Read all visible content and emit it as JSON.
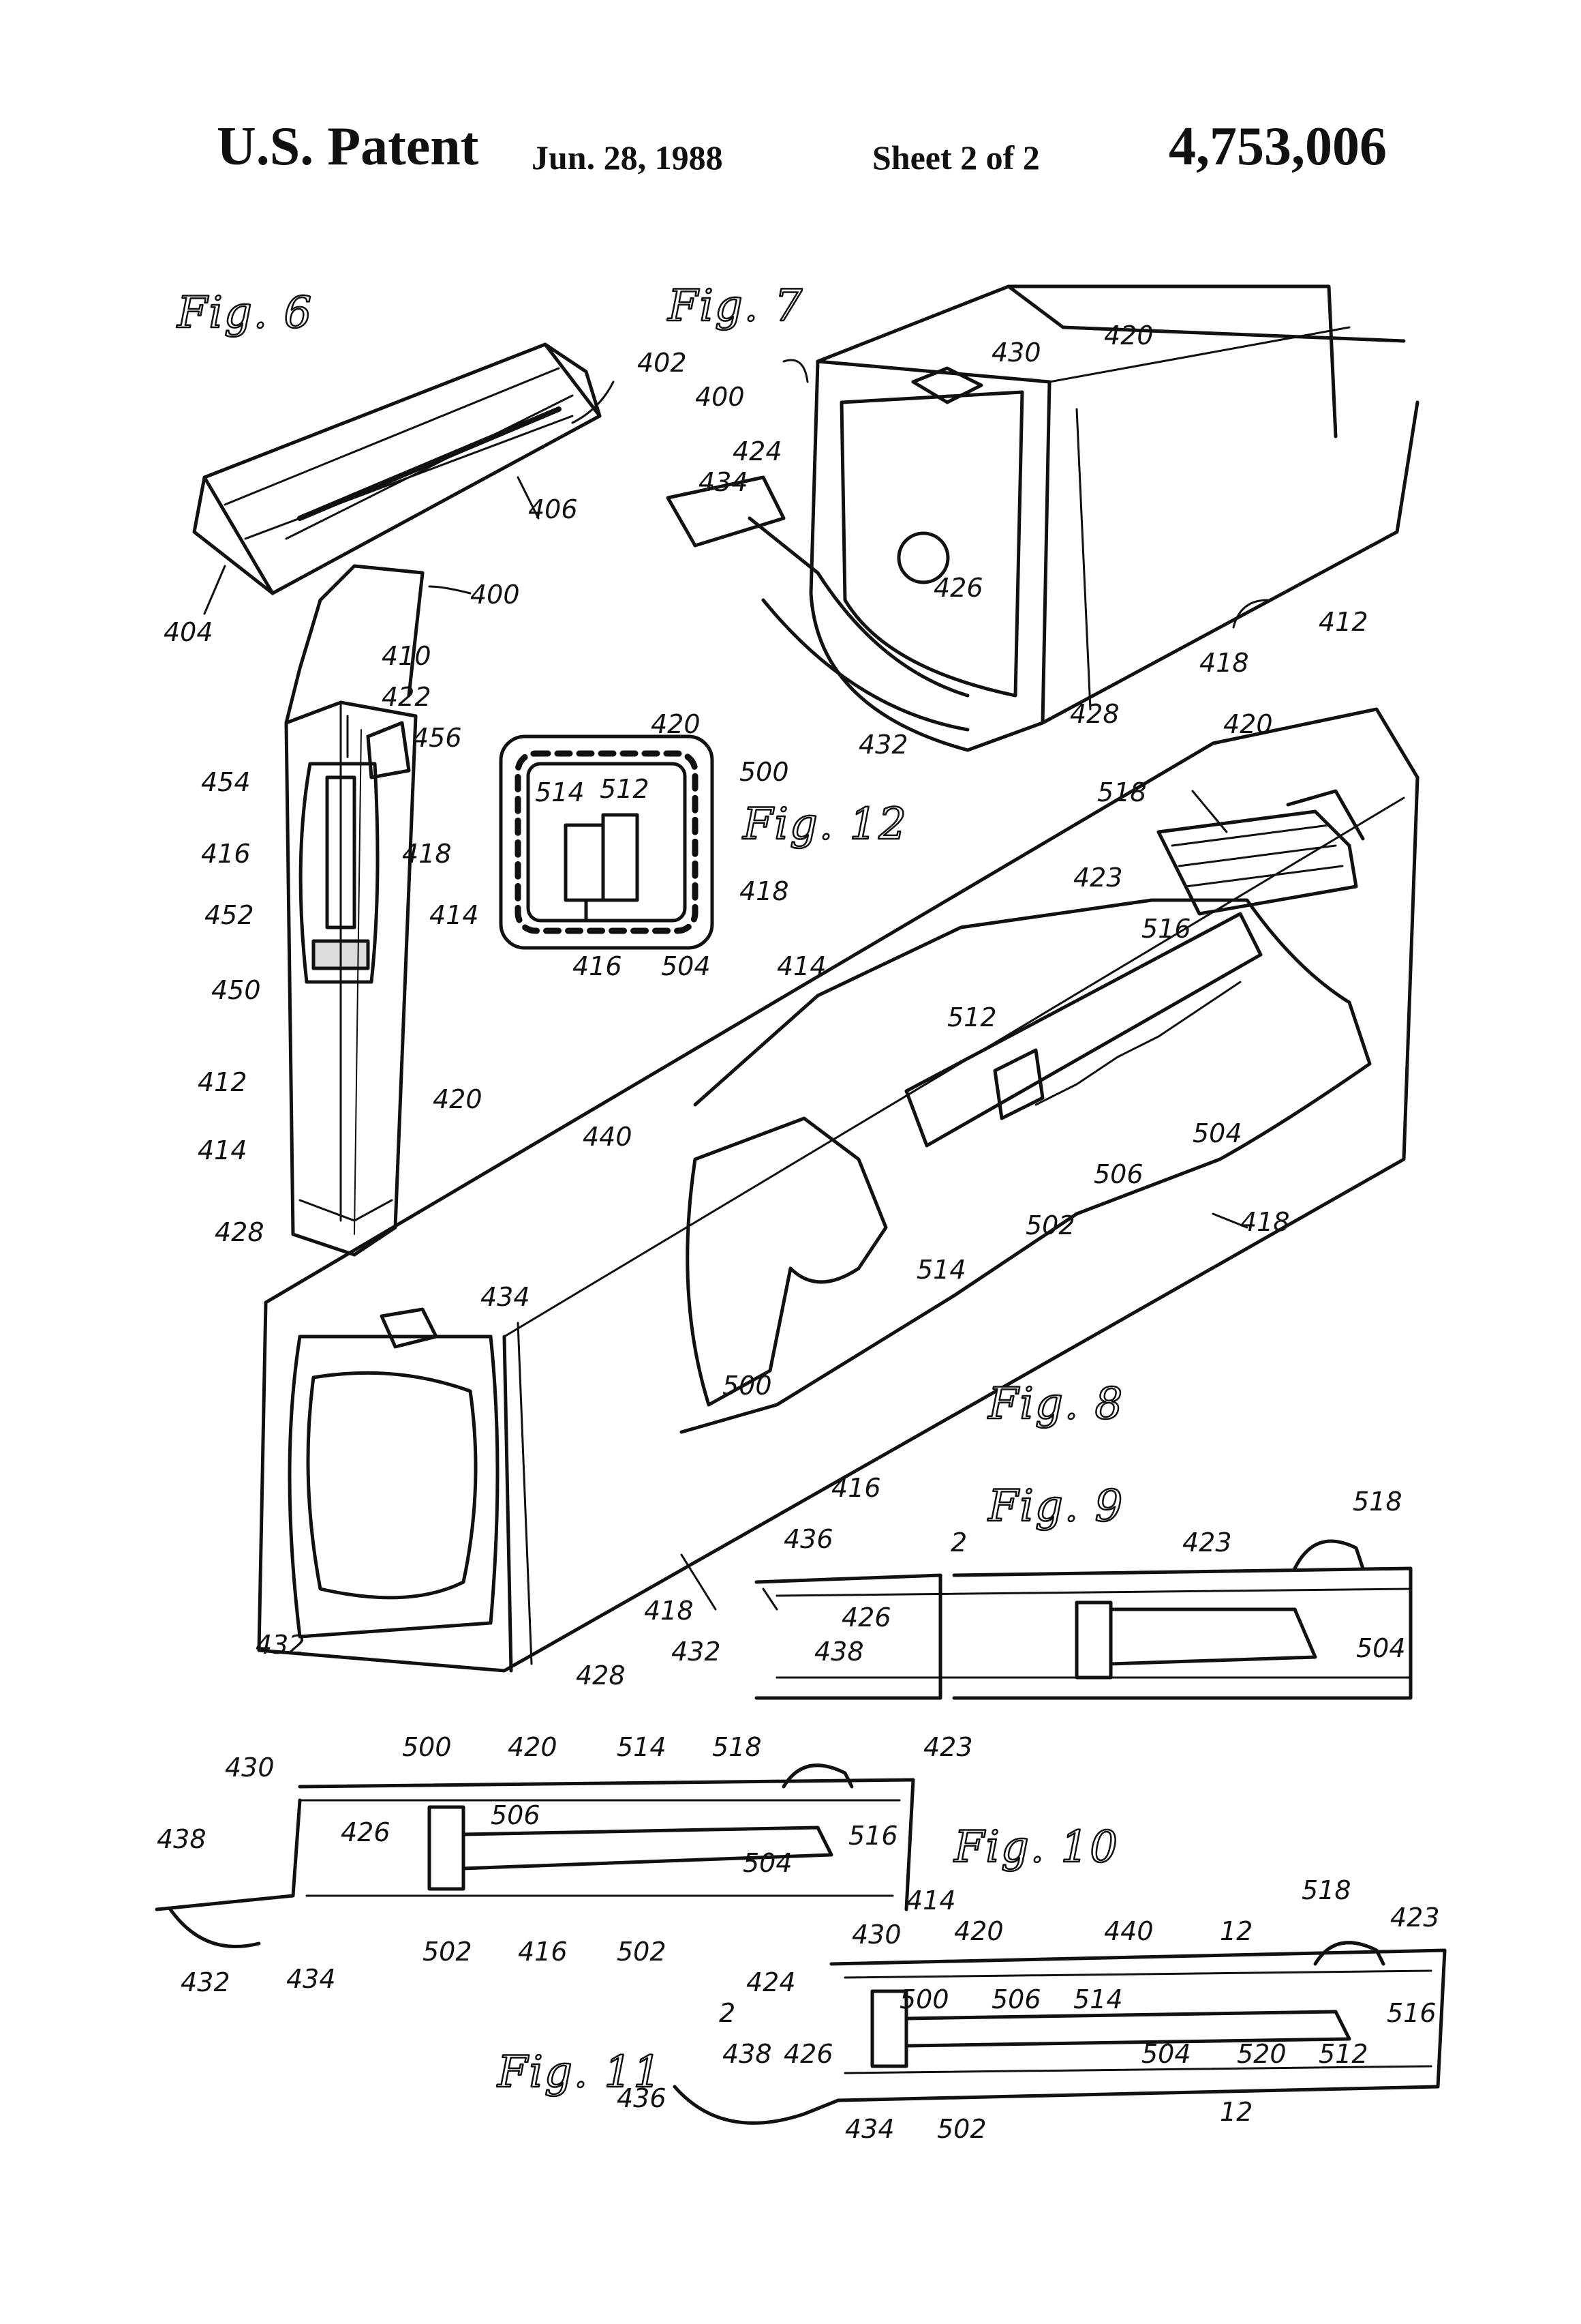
{
  "header": {
    "title": "U.S. Patent",
    "date": "Jun. 28, 1988",
    "sheet": "Sheet 2 of 2",
    "number": "4,753,006"
  },
  "figures": {
    "fig6": "Fig. 6",
    "fig7": "Fig. 7",
    "fig8": "Fig. 8",
    "fig9": "Fig. 9",
    "fig10": "Fig. 10",
    "fig11": "Fig. 11",
    "fig12": "Fig. 12"
  },
  "labels": {
    "fig6": [
      "402",
      "406",
      "404",
      "400",
      "410",
      "422",
      "456",
      "454",
      "416",
      "418",
      "452",
      "450",
      "412",
      "414",
      "420",
      "428"
    ],
    "fig7": [
      "430",
      "420",
      "400",
      "424",
      "434",
      "426",
      "412",
      "418",
      "428",
      "432"
    ],
    "fig12": [
      "420",
      "500",
      "514",
      "512",
      "414",
      "418",
      "416",
      "504"
    ],
    "fig8": [
      "420",
      "518",
      "423",
      "516",
      "414",
      "512",
      "440",
      "504",
      "506",
      "502",
      "514",
      "418",
      "434",
      "500",
      "416",
      "418",
      "432",
      "428"
    ],
    "fig9": [
      "436",
      "2",
      "423",
      "518",
      "426",
      "432",
      "438",
      "504"
    ],
    "fig10": [
      "430",
      "500",
      "420",
      "514",
      "518",
      "423",
      "438",
      "506",
      "426",
      "516",
      "504",
      "414",
      "502",
      "416",
      "502",
      "432",
      "434"
    ],
    "fig11": [
      "430",
      "420",
      "440",
      "12",
      "518",
      "423",
      "424",
      "2",
      "500",
      "506",
      "514",
      "516",
      "438",
      "426",
      "504",
      "520",
      "512",
      "436",
      "434",
      "502",
      "12"
    ]
  }
}
